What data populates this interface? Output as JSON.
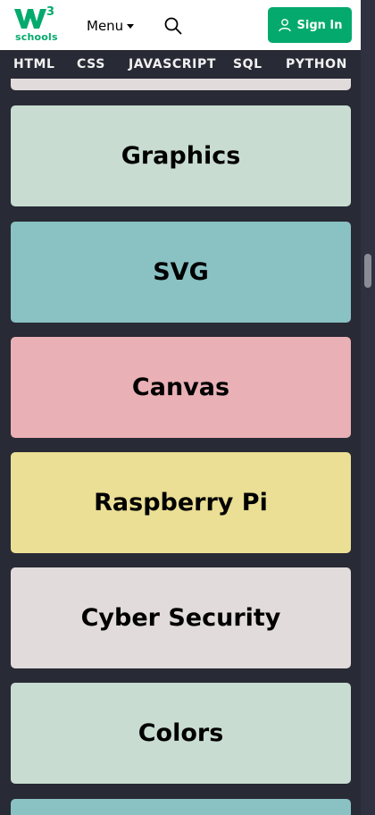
{
  "header": {
    "logo_sup": "3",
    "logo_text": "schools",
    "menu_label": "Menu",
    "signin_label": "Sign In",
    "brand_color": "#04aa6d"
  },
  "nav": {
    "items": [
      "HTML",
      "CSS",
      "JAVASCRIPT",
      "SQL",
      "PYTHON"
    ]
  },
  "cards": [
    {
      "title": "Graphics",
      "color": "#c8dcd1"
    },
    {
      "title": "SVG",
      "color": "#8ac1c3"
    },
    {
      "title": "Canvas",
      "color": "#e9b0b6"
    },
    {
      "title": "Raspberry Pi",
      "color": "#ebdf95"
    },
    {
      "title": "Cyber Security",
      "color": "#e2dbdb"
    },
    {
      "title": "Colors",
      "color": "#c8dcd1"
    },
    {
      "title": "",
      "color": "#8ac1c3"
    }
  ],
  "partial_top_card_color": "#e2dbdb"
}
